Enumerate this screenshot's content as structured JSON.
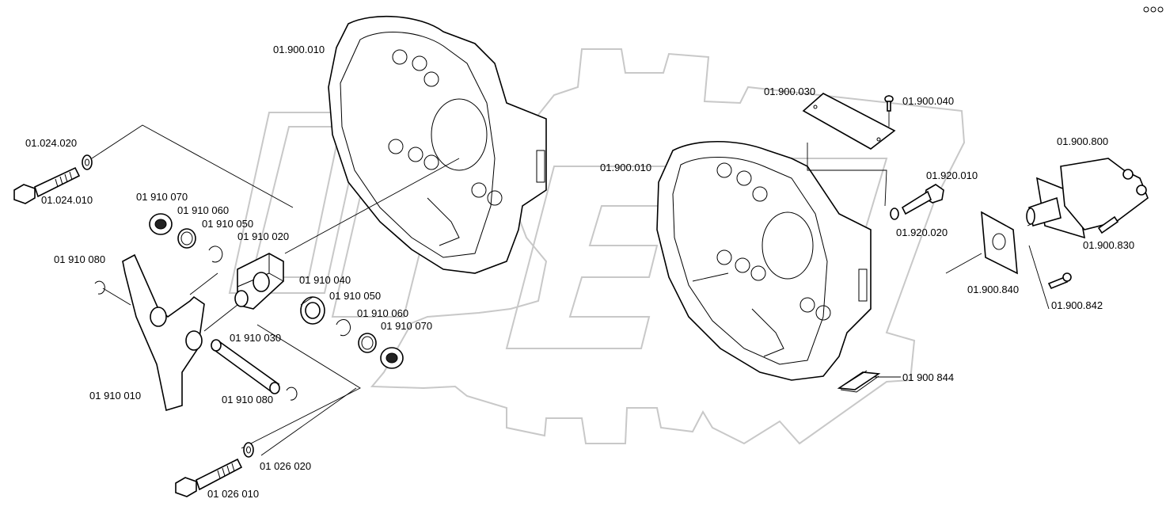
{
  "labels": {
    "housing_left": "01.900.010",
    "housing_right": "01.900.010",
    "bolt_top": "01.024.010",
    "washer_top": "01.024.020",
    "seal_a": "01 910 070",
    "ring_a": "01 910 060",
    "circlip_a": "01 910 050",
    "bracket": "01 910 020",
    "circlip_fork": "01 910 080",
    "bearing": "01 910 040",
    "circlip_b": "01 910 050",
    "ring_b": "01 910 060",
    "seal_b": "01 910 070",
    "shaft": "01 910 030",
    "fork": "01 910 010",
    "circlip_shaft": "01 910 080",
    "washer_bottom": "01 026 020",
    "bolt_bottom": "01 026 010",
    "cover_plate": "01.900.030",
    "cover_screw": "01.900.040",
    "bolt_right": "01.920.010",
    "washer_right": "01.920.020",
    "solenoid": "01.900.800",
    "solenoid_screw": "01.900.830",
    "solenoid_plate": "01.900.840",
    "plate_screw": "01.900.842",
    "pad": "01 900 844"
  },
  "colors": {
    "ink": "#000000",
    "watermark": "#c8c8c8",
    "background": "#ffffff"
  },
  "icons": {
    "corner": "close-dots-icon"
  }
}
